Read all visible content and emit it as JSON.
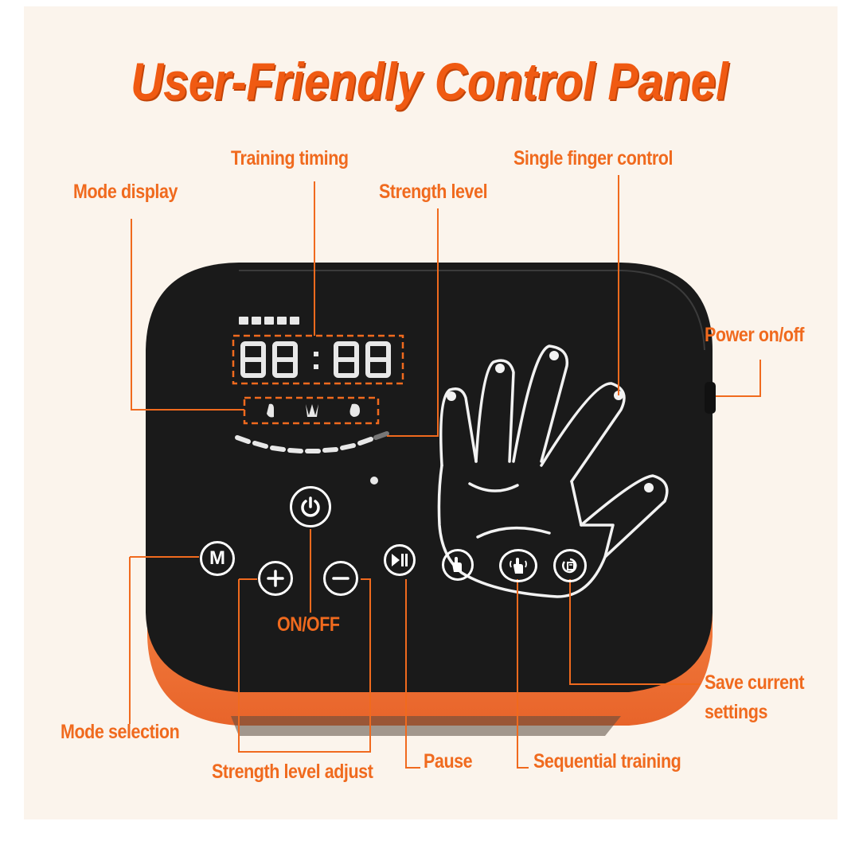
{
  "title": "User-Friendly Control Panel",
  "labels": {
    "training_timing": "Training timing",
    "single_finger_control": "Single finger control",
    "mode_display": "Mode display",
    "strength_level": "Strength level",
    "power_onoff": "Power on/off",
    "onoff": "ON/OFF",
    "save_current_line1": "Save current",
    "save_current_line2": "settings",
    "mode_selection": "Mode selection",
    "pause": "Pause",
    "strength_level_adjust": "Strength level adjust",
    "sequential_training": "Sequential training"
  },
  "buttons": {
    "mode": "M"
  },
  "colors": {
    "accent": "#f06a1e",
    "device_body": "#1c1c1c",
    "device_base": "#f07a3a",
    "background": "#fbf4ec"
  },
  "icons": {
    "power": "power-icon",
    "plus": "plus-icon",
    "minus": "minus-icon",
    "play_pause": "play-pause-icon",
    "single_finger": "hand-icon",
    "sequential": "wave-hand-icon",
    "save": "save-icon"
  }
}
